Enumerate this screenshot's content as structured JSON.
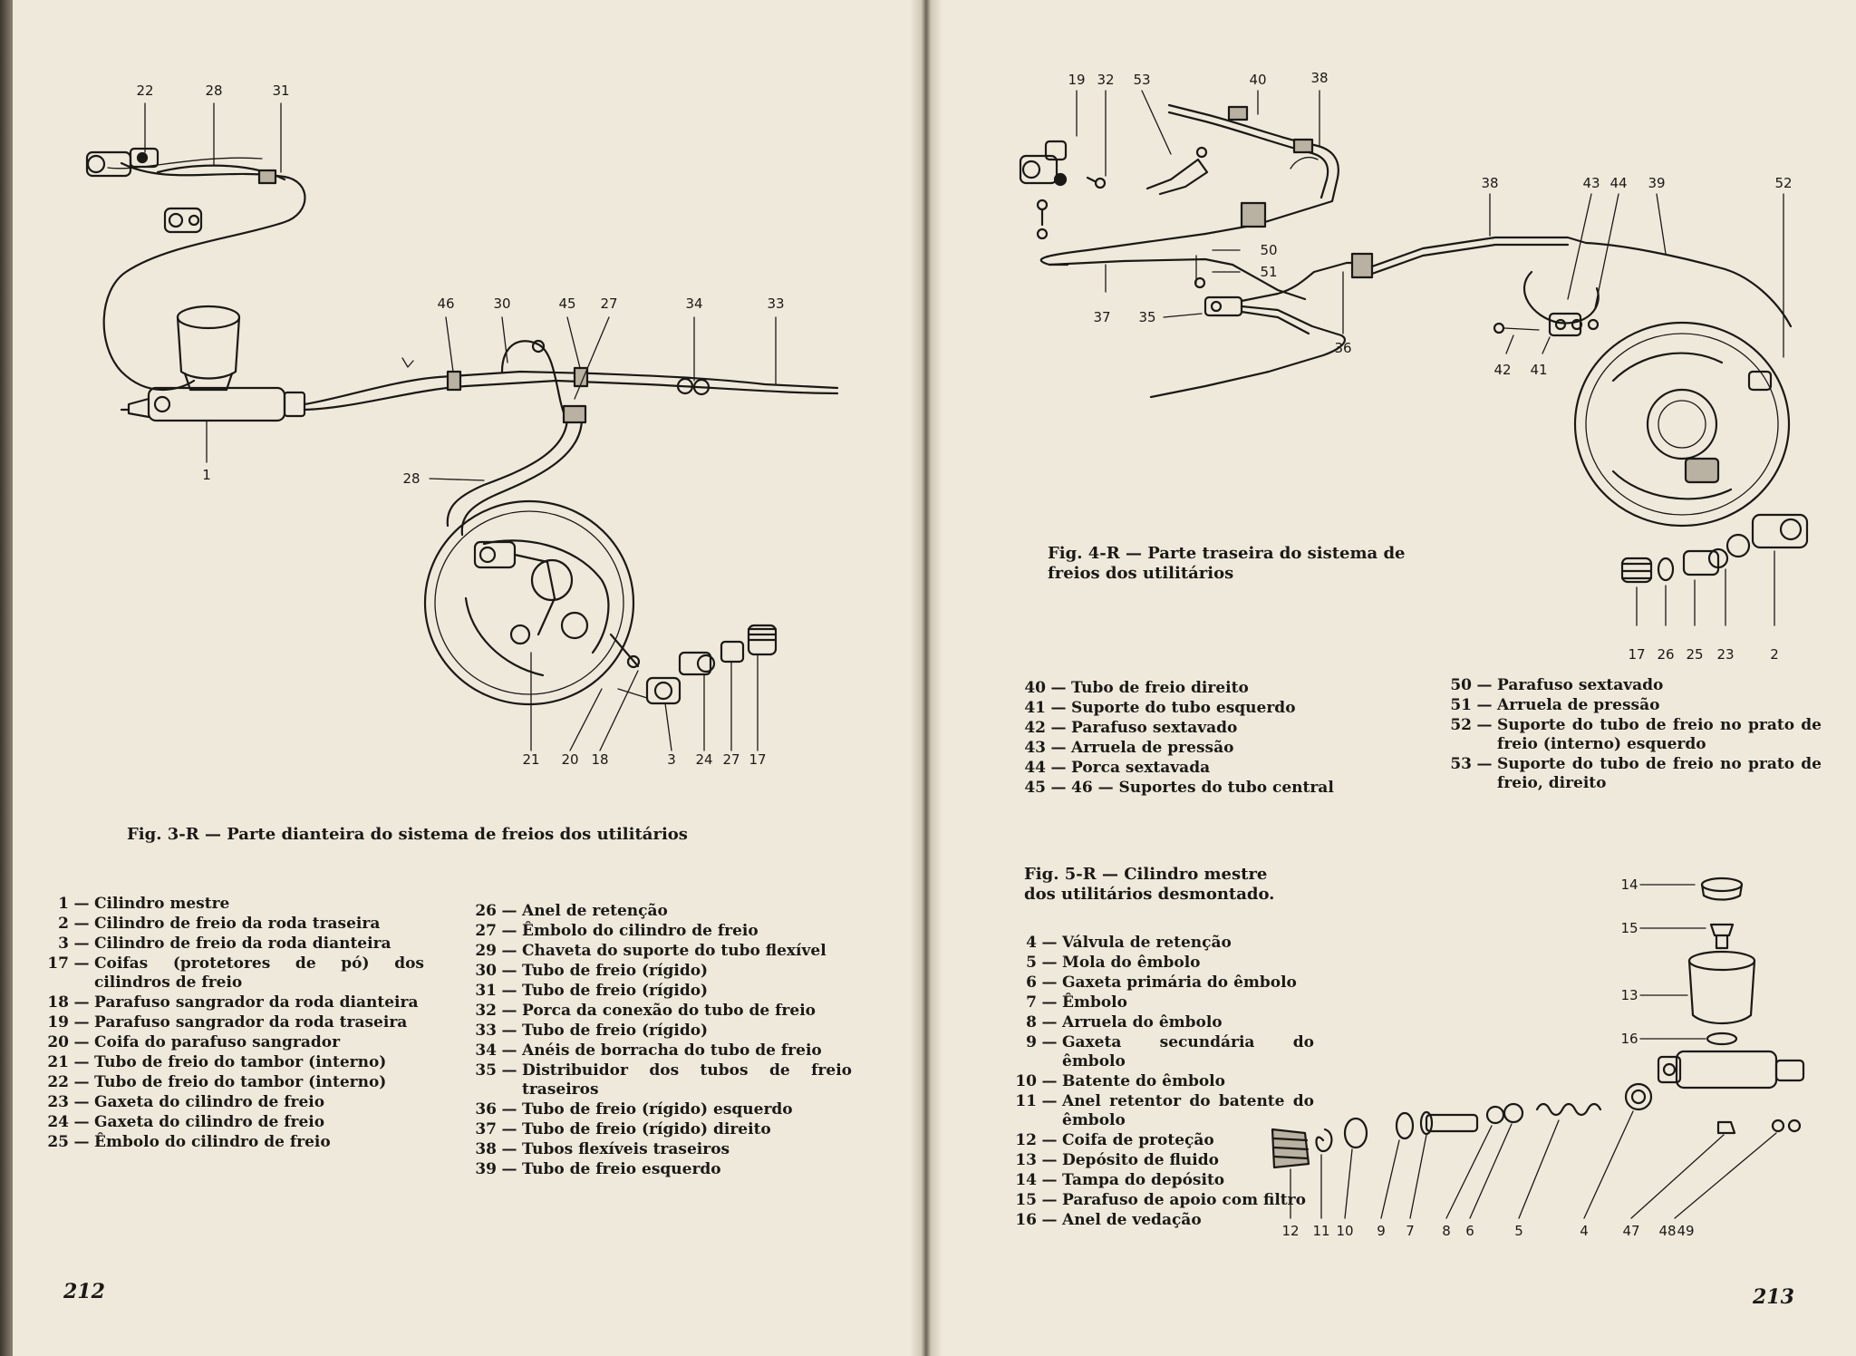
{
  "left_page": {
    "number": "212",
    "caption": "Fig. 3-R — Parte dianteira do sistema de freios dos utilitários",
    "figure_labels": [
      "22",
      "28",
      "31",
      "46",
      "30",
      "45",
      "27",
      "34",
      "33",
      "1",
      "28",
      "21",
      "20",
      "18",
      "3",
      "24",
      "27",
      "17"
    ],
    "legend_col1": [
      {
        "n": "1",
        "t": "Cilindro mestre"
      },
      {
        "n": "2",
        "t": "Cilindro de freio da roda traseira"
      },
      {
        "n": "3",
        "t": "Cilindro de freio da roda dianteira"
      },
      {
        "n": "17",
        "t": "Coifas (protetores de pó) dos cilindros de freio"
      },
      {
        "n": "18",
        "t": "Parafuso sangrador da roda dianteira"
      },
      {
        "n": "19",
        "t": "Parafuso sangrador da roda traseira"
      },
      {
        "n": "20",
        "t": "Coifa do parafuso sangrador"
      },
      {
        "n": "21",
        "t": "Tubo de freio do tambor (interno)"
      },
      {
        "n": "22",
        "t": "Tubo de freio do tambor (interno)"
      },
      {
        "n": "23",
        "t": "Gaxeta do cilindro de freio"
      },
      {
        "n": "24",
        "t": "Gaxeta do cilindro de freio"
      },
      {
        "n": "25",
        "t": "Êmbolo do cilindro de freio"
      }
    ],
    "legend_col2": [
      {
        "n": "26",
        "t": "Anel de retenção"
      },
      {
        "n": "27",
        "t": "Êmbolo do cilindro de freio"
      },
      {
        "n": "29",
        "t": "Chaveta do suporte do tubo flexível"
      },
      {
        "n": "30",
        "t": "Tubo de freio (rígido)"
      },
      {
        "n": "31",
        "t": "Tubo de freio (rígido)"
      },
      {
        "n": "32",
        "t": "Porca da conexão do tubo de freio"
      },
      {
        "n": "33",
        "t": "Tubo de freio (rígido)"
      },
      {
        "n": "34",
        "t": "Anéis de borracha do tubo de freio"
      },
      {
        "n": "35",
        "t": "Distribuidor dos tubos de freio traseiros"
      },
      {
        "n": "36",
        "t": "Tubo de freio (rígido) esquerdo"
      },
      {
        "n": "37",
        "t": "Tubo de freio (rígido) direito"
      },
      {
        "n": "38",
        "t": "Tubos flexíveis traseiros"
      },
      {
        "n": "39",
        "t": "Tubo de freio esquerdo"
      }
    ]
  },
  "right_page": {
    "number": "213",
    "caption_fig4": "Fig. 4-R — Parte traseira do sistema de freios dos utilitários",
    "caption_fig5": "Fig. 5-R — Cilindro mestre dos utilitários desmontado.",
    "fig4_labels": [
      "19",
      "32",
      "53",
      "40",
      "38",
      "38",
      "43",
      "44",
      "39",
      "52",
      "50",
      "51",
      "37",
      "35",
      "36",
      "42",
      "41",
      "17",
      "26",
      "25",
      "23",
      "2"
    ],
    "fig5_labels": [
      "14",
      "15",
      "13",
      "16",
      "12",
      "11",
      "10",
      "9",
      "7",
      "8",
      "6",
      "5",
      "4",
      "47",
      "48",
      "49"
    ],
    "legend_a": [
      {
        "n": "40",
        "t": "Tubo de freio direito"
      },
      {
        "n": "41",
        "t": "Suporte do tubo esquerdo"
      },
      {
        "n": "42",
        "t": "Parafuso sextavado"
      },
      {
        "n": "43",
        "t": "Arruela de pressão"
      },
      {
        "n": "44",
        "t": "Porca sextavada"
      },
      {
        "n": "45",
        "t": "46 — Suportes do tubo central"
      }
    ],
    "legend_b": [
      {
        "n": "50",
        "t": "Parafuso sextavado"
      },
      {
        "n": "51",
        "t": "Arruela de pressão"
      },
      {
        "n": "52",
        "t": "Suporte do tubo de freio no prato de freio (interno) esquerdo"
      },
      {
        "n": "53",
        "t": "Suporte do tubo de freio no prato de freio, direito"
      }
    ],
    "legend_c": [
      {
        "n": "4",
        "t": "Válvula de retenção"
      },
      {
        "n": "5",
        "t": "Mola do êmbolo"
      },
      {
        "n": "6",
        "t": "Gaxeta primária do êmbolo"
      },
      {
        "n": "7",
        "t": "Êmbolo"
      },
      {
        "n": "8",
        "t": "Arruela do êmbolo"
      },
      {
        "n": "9",
        "t": "Gaxeta secundária do êmbolo"
      },
      {
        "n": "10",
        "t": "Batente do êmbolo"
      },
      {
        "n": "11",
        "t": "Anel retentor do batente do êmbolo"
      },
      {
        "n": "12",
        "t": "Coifa de proteção"
      },
      {
        "n": "13",
        "t": "Depósito de fluido"
      },
      {
        "n": "14",
        "t": "Tampa do depósito"
      },
      {
        "n": "15",
        "t": "Parafuso de apoio com filtro"
      },
      {
        "n": "16",
        "t": "Anel de vedação"
      }
    ]
  }
}
